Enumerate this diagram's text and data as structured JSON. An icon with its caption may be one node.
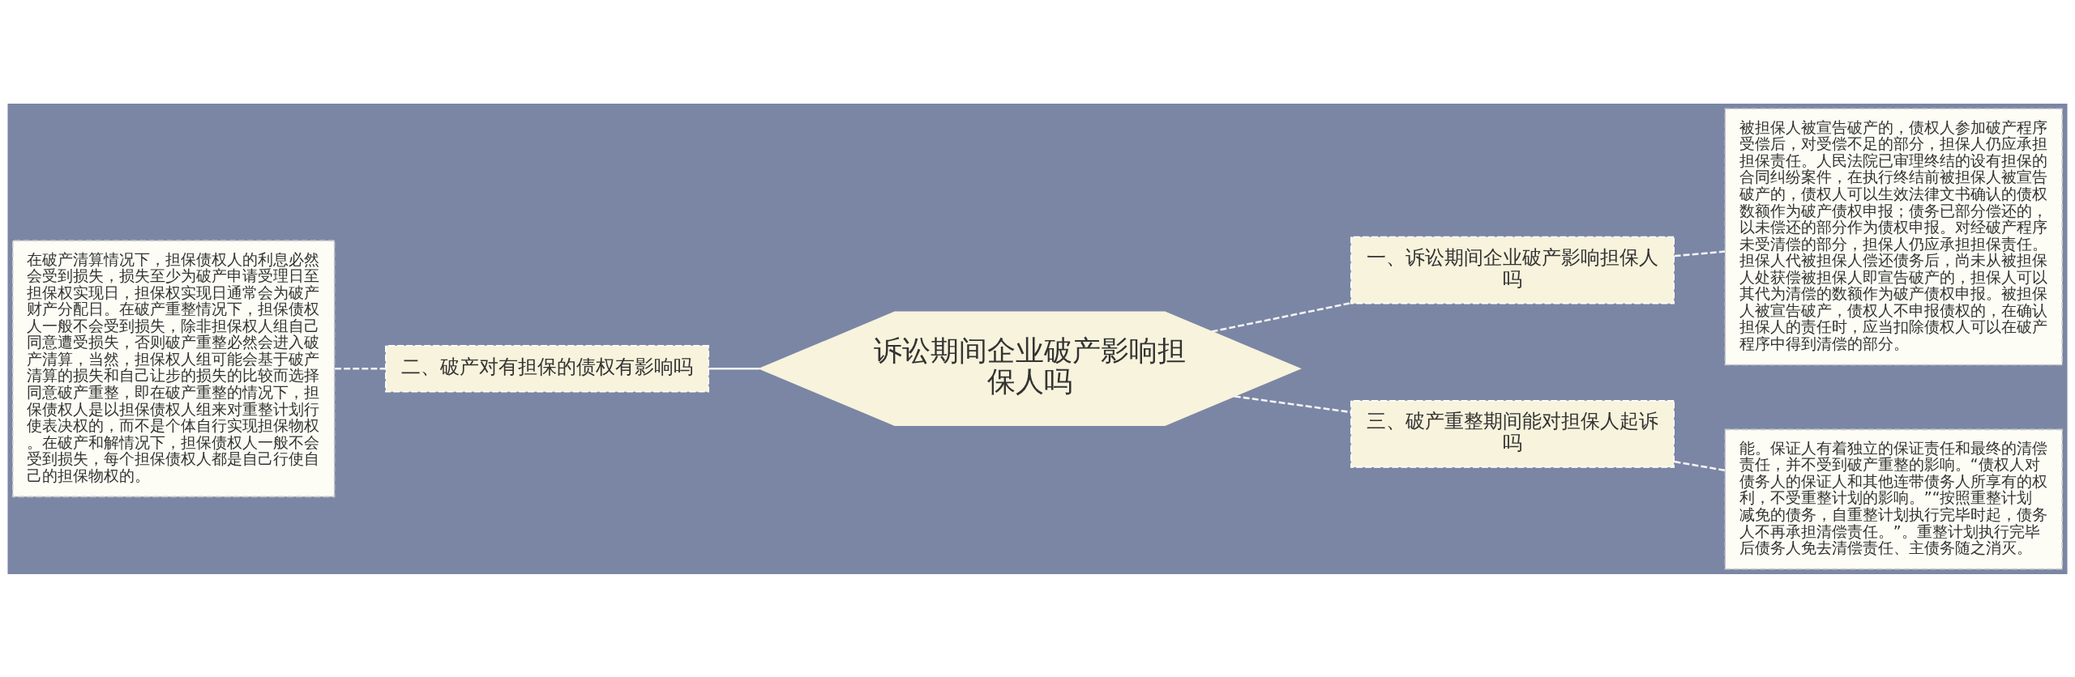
{
  "diagram": {
    "nodes": [
      {
        "text": [
          "诉讼期间企业破产影响担保人吗"
        ]
      },
      {
        "text": [
          "一、诉讼期间企业破产影响担保人吗"
        ]
      },
      {
        "text": [
          "被担保人被宣告破产的，债权人参加破产程序受偿后，对受偿不足的部分，担保人仍应承担担保责任。人民法院已审理终结的设有担保的合同纠纷案件，在执行终结前被担保人被宣告破产的，债权人可以生效法律文书确认的债权数额作为破产债权申报；债务已部分偿还的，以未偿还的部分作为债权申报。对经破产程序未受清偿的部分，担保人仍应承担担保责任。担保人代被担保人偿还债务后，尚未从被担保人处获偿被担保人即宣告破产的，担保人可以其代为清偿的数额作为破产债权申报。被担保人被宣告破产，债权人不申报债权的，在确认担保人的责任时，应当扣除债权人可以在破产程序中得到清偿的部分。"
        ]
      },
      {
        "text": [
          "二、破产对有担保的债权有影响吗"
        ]
      },
      {
        "text": [
          "在破产清算情况下，担保债权人的利息必然会受到损失，损失至少为破产申请受理日至担保权实现日，担保权实现日通常会为破产财产分配日。在破产重整情况下，担保债权人一般不会受到损失，除非担保权人组自己同意遭受损失，否则破产重整必然会进入破产清算，当然，担保权人组可能会基于破产清算的损失和自己让步的损失的比较而选择同意破产重整，即在破产重整的情况下，担保债权人是以担保债权人组来对重整计划行使表决权的，而不是个体自行实现担保物权。在破产和解情况下，担保债权人一般不会受到损失，每个担保债权人都是自己行使自己的担保物权的。"
        ]
      },
      {
        "text": [
          "三、破产重整期间能对担保人起诉吗"
        ]
      },
      {
        "text": [
          "能。保证人有着独立的保证责任和最终的清偿责任，并不受到破产重整的影响。“债权人对债务人的保证人和其他连带债务人所享有的权利，不受重整计划的影响。”“按照重整计划减免的债务，自重整计划执行完毕时起，债务人不再承担清偿责任。”。重整计划执行完毕后债务人免去清偿责任、主债务随之消灭。"
        ]
      }
    ],
    "edges": [
      {
        "from": 0,
        "to": 1,
        "arrow": "none",
        "style": "dashed"
      },
      {
        "from": 1,
        "to": 2,
        "arrow": "none",
        "style": "dashed"
      },
      {
        "from": 3,
        "to": 0,
        "arrow": "none"
      },
      {
        "from": 4,
        "to": 3,
        "arrow": "none",
        "style": "dashed"
      },
      {
        "from": 0,
        "to": 5,
        "arrow": "none",
        "style": "dashed"
      },
      {
        "from": 5,
        "to": 6,
        "arrow": "none",
        "style": "dashed"
      }
    ]
  }
}
